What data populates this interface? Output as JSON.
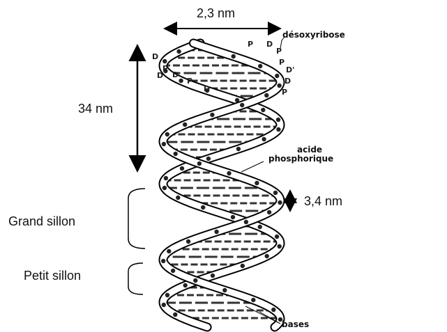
{
  "diagram": {
    "width_label": "2,3 nm",
    "turn_label": "34 nm",
    "step_label": "3,4 nm",
    "major_groove": "Grand sillon",
    "minor_groove": "Petit sillon",
    "sugar_label": "désoxyribose",
    "phosphate_label_line1": "acide",
    "phosphate_label_line2": "phosphorique",
    "bases_label": "bases",
    "nucleotide_marks": [
      "P",
      "D",
      "D",
      "P",
      "P",
      "D'",
      "D",
      "P",
      "D",
      "P",
      "D",
      "P",
      "D"
    ]
  }
}
